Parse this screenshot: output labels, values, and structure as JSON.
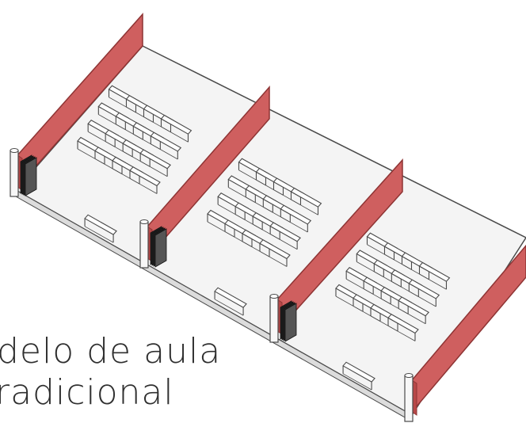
{
  "caption": {
    "line1": "delo de aula",
    "line2": "radicional"
  },
  "colors": {
    "wall": "#cf5f5f",
    "wall_edge": "#8e3434",
    "floor": "#f4f4f4",
    "outline": "#4a4a4a",
    "door": "#222222"
  },
  "rooms": [
    {
      "name": "room-1",
      "desk_rows": 4,
      "desk_cols": 4,
      "teacher_desk": true
    },
    {
      "name": "room-2",
      "desk_rows": 4,
      "desk_cols": 4,
      "teacher_desk": true
    },
    {
      "name": "room-3",
      "desk_rows": 4,
      "desk_cols": 4,
      "teacher_desk": true
    }
  ]
}
